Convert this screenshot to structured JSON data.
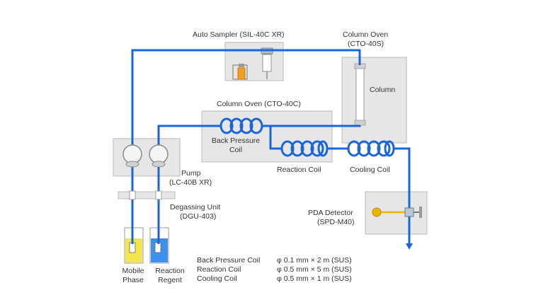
{
  "colors": {
    "pipe": "#1a66d9",
    "box_fill": "#e6e6e6",
    "box_stroke": "#b8b8b8",
    "text": "#333333",
    "mobile_phase_liquid": "#f2e64a",
    "reaction_regent_liquid": "#3d8ff0",
    "sampler_vial": "#f0a020",
    "detector_lamp": "#f0b400"
  },
  "icons": [
    "pump-head-icon",
    "bottle-icon",
    "vial-icon",
    "injector-icon",
    "coil-icon",
    "lamp-icon",
    "flow-cell-icon",
    "arrow-down-icon"
  ],
  "components": {
    "auto_sampler": "Auto Sampler (SIL-40C XR)",
    "column_oven_top": [
      "Column Oven",
      "(CTO-40S)"
    ],
    "column": "Column",
    "column_oven_mid": "Column Oven (CTO-40C)",
    "back_pressure_coil": [
      "Back Pressure",
      "Coil"
    ],
    "reaction_coil": "Reaction Coil",
    "cooling_coil": "Cooling Coil",
    "pump": [
      "Pump",
      "(LC-40B XR)"
    ],
    "degassing_unit": [
      "Degassing Unit",
      "(DGU-403)"
    ],
    "pda_detector": [
      "PDA Detector",
      "(SPD-M40)"
    ],
    "mobile_phase": [
      "Mobile",
      "Phase"
    ],
    "reaction_regent": [
      "Reaction",
      "Regent"
    ]
  },
  "specs": [
    {
      "name": "Back Pressure Coil",
      "value": "φ 0.1 mm × 2 m (SUS)"
    },
    {
      "name": "Reaction Coil",
      "value": "φ 0.5 mm × 5 m (SUS)"
    },
    {
      "name": "Cooling Coil",
      "value": "φ 0.5 mm × 1 m (SUS)"
    }
  ]
}
